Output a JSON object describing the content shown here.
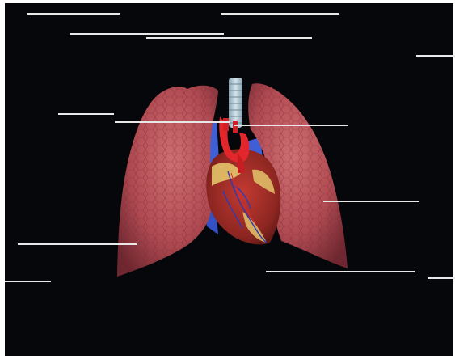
{
  "diagram": {
    "subject": "heart-and-lungs-anterior-view",
    "background_color": "#05070a",
    "leader_line_color": "#e8e8e8",
    "label_blanks_count": 14,
    "structures": [
      {
        "name": "trachea",
        "color": "#a9c2cf"
      },
      {
        "name": "left-lung",
        "color": "#b8545a"
      },
      {
        "name": "right-lung",
        "color": "#b8545a"
      },
      {
        "name": "heart",
        "color": "#a8322e"
      },
      {
        "name": "aorta",
        "color": "#e3262b"
      },
      {
        "name": "vena-cava",
        "color": "#3f5fd6"
      },
      {
        "name": "coronary-fat",
        "color": "#e3c46a"
      }
    ]
  }
}
